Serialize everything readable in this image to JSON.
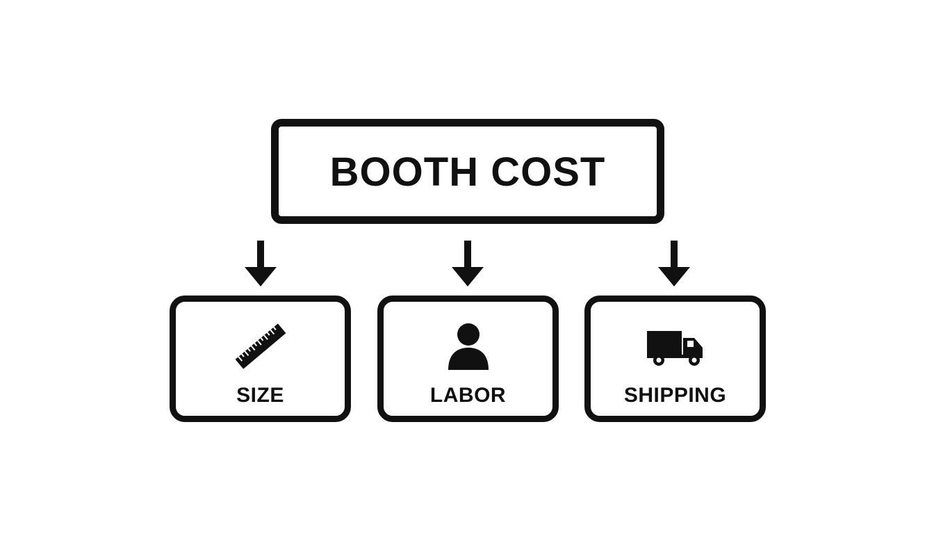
{
  "root": {
    "label": "BOOTH COST"
  },
  "children": [
    {
      "label": "SIZE",
      "icon": "ruler-icon"
    },
    {
      "label": "LABOR",
      "icon": "person-icon"
    },
    {
      "label": "SHIPPING",
      "icon": "truck-icon"
    }
  ],
  "colors": {
    "stroke": "#111111",
    "background": "#ffffff"
  }
}
